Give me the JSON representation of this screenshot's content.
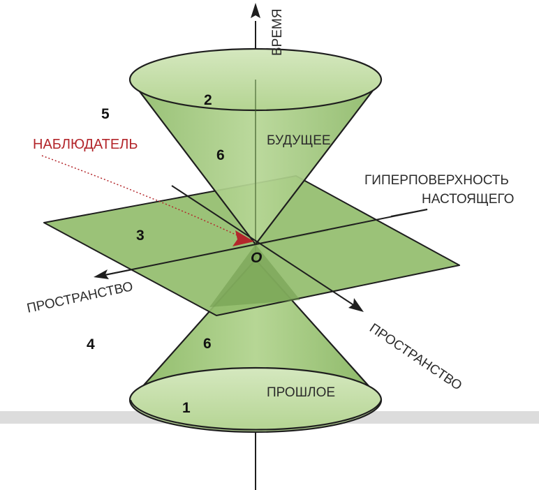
{
  "labels": {
    "time_axis": "ВРЕМЯ",
    "future": "БУДУЩЕЕ",
    "past": "ПРОШЛОЕ",
    "observer": "НАБЛЮДАТЕЛЬ",
    "hypersurface_line1": "ГИПЕРПОВЕРХНОСТЬ",
    "hypersurface_line2": "НАСТОЯЩЕГО",
    "space_left": "ПРОСТРАНСТВО",
    "space_right": "ПРОСТРАНСТВО",
    "origin": "O"
  },
  "region_numbers": {
    "n1": "1",
    "n2": "2",
    "n3": "3",
    "n4": "4",
    "n5": "5",
    "n6_top": "6",
    "n6_bottom": "6"
  },
  "colors": {
    "cone_fill": "#a9cd86",
    "cone_dark": "#7fa85c",
    "cone_rim": "#c6dfa9",
    "plane_fill": "#8fba6a",
    "stroke": "#1e1e1e",
    "observer_red": "#b3262b",
    "band_gray": "#dddddd"
  }
}
